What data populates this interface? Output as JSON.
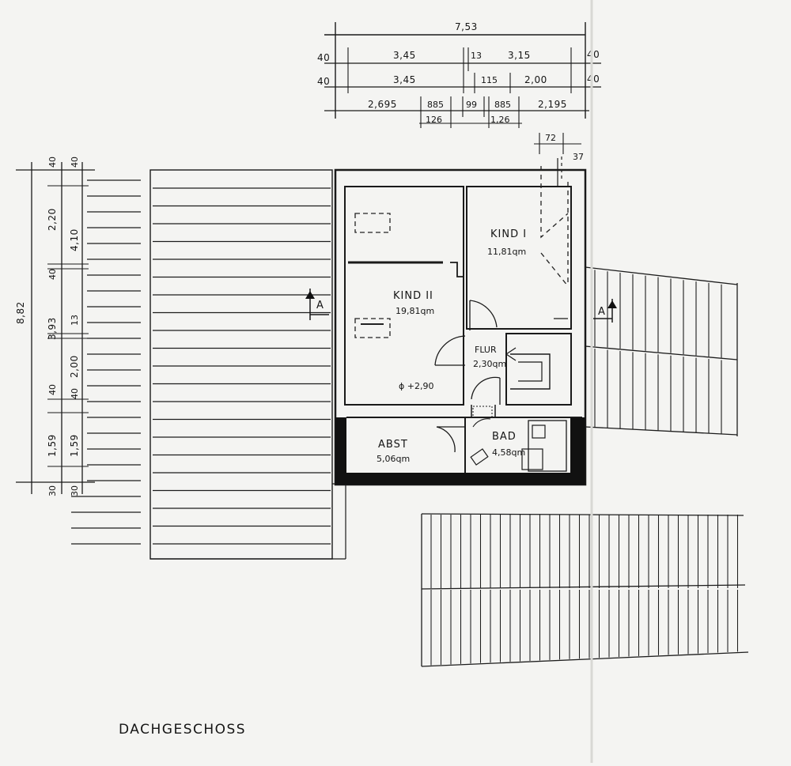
{
  "title": "DACHGESCHOSS",
  "rooms": {
    "kind1": {
      "name": "KIND I",
      "area": "11,81qm"
    },
    "kind2": {
      "name": "KIND II",
      "area": "19,81qm"
    },
    "flur": {
      "name": "FLUR",
      "area": "2,30qm"
    },
    "bad": {
      "name": "BAD",
      "area": "4,58qm"
    },
    "abst": {
      "name": "ABST",
      "area": "5,06qm"
    }
  },
  "annotations": {
    "height": "ϕ +2,90",
    "section_left": "A",
    "section_right": "A"
  },
  "top_dimensions": {
    "overall": "7,53",
    "row1": [
      "40",
      "3,45",
      "13",
      "3,15",
      "40"
    ],
    "row2": [
      "40",
      "3,45",
      "115",
      "2,00",
      "40"
    ],
    "row3": [
      "2,695",
      "885",
      "126",
      "99",
      "885",
      "1,26",
      "2,195"
    ],
    "upper_right": [
      "72",
      "37"
    ]
  },
  "left_dimensions": {
    "overall": "8,82",
    "outer": [
      "40",
      "2,20",
      "40",
      "3,93",
      "40",
      "1,59",
      "30"
    ],
    "inner": [
      "40",
      "4,10",
      "13",
      "2,00",
      "40",
      "1,59",
      "30"
    ]
  }
}
